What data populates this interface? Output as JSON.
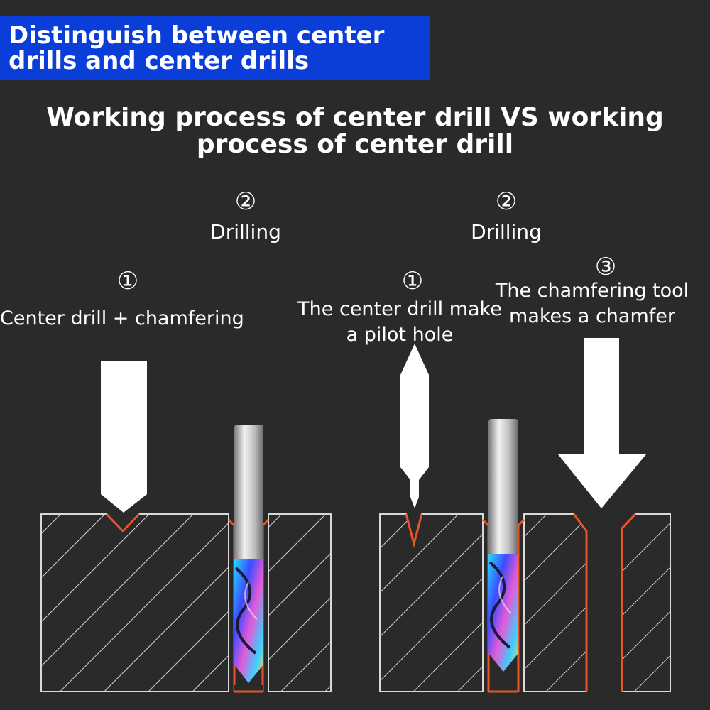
{
  "header": {
    "banner_title": "Distinguish between center drills and center drills",
    "subtitle": "Working process of center drill VS working process of center drill"
  },
  "left_panel": {
    "step2_number": "②",
    "step2_label": "Drilling",
    "step1_number": "①",
    "step1_label": "Center drill + chamfering"
  },
  "right_panel": {
    "step2_number": "②",
    "step2_label": "Drilling",
    "step1_number": "①",
    "step1_label": "The center drill make a pilot hole",
    "step3_number": "③",
    "step3_label": "The chamfering tool makes a chamfer"
  },
  "colors": {
    "background": "#2a2a2b",
    "banner": "#0b3ed8",
    "outline": "#e8552a",
    "hatch": "#d8d8d8",
    "tool": "#ffffff"
  }
}
